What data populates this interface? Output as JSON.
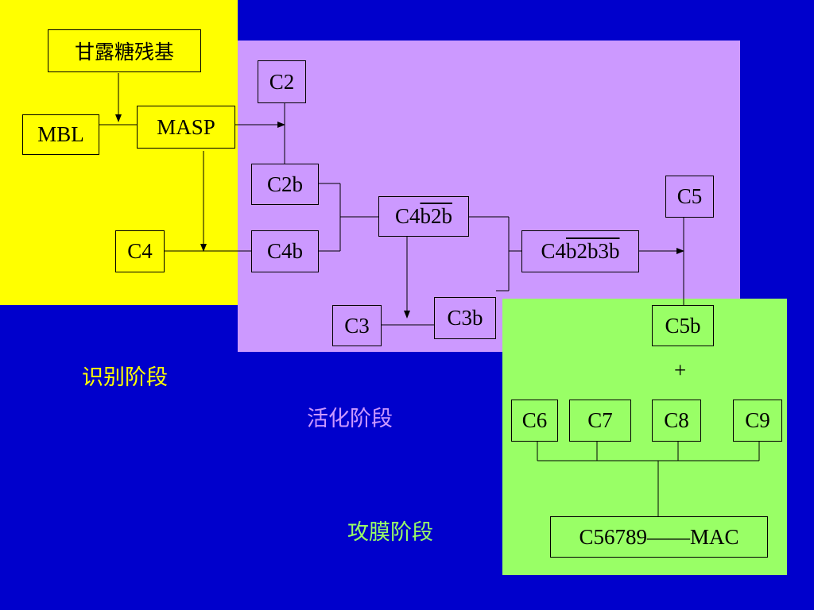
{
  "nodes": {
    "mannose": "甘露糖残基",
    "mbl": "MBL",
    "masp": "MASP",
    "c4": "C4",
    "c2": "C2",
    "c2b": "C2b",
    "c4b": "C4b",
    "c4b2b_prefix": "C4",
    "c4b2b_over": "b2b",
    "c4b2b3b_prefix": "C4",
    "c4b2b3b_over": "b2b3b",
    "c3": "C3",
    "c3b": "C3b",
    "c5": "C5",
    "c5b": "C5b",
    "c6": "C6",
    "c7": "C7",
    "c8": "C8",
    "c9": "C9",
    "mac": "C56789——MAC"
  },
  "plus_sign": "+",
  "stages": {
    "recognition": {
      "label": "识别阶段",
      "color": "#ffff00"
    },
    "activation": {
      "label": "活化阶段",
      "color": "#cc99ff"
    },
    "attack": {
      "label": "攻膜阶段",
      "color": "#99ff66"
    }
  },
  "colors": {
    "background": "#0000cc",
    "recognition_region": "#ffff00",
    "activation_region": "#cc99ff",
    "attack_region": "#99ff66",
    "lines": "#000000"
  }
}
